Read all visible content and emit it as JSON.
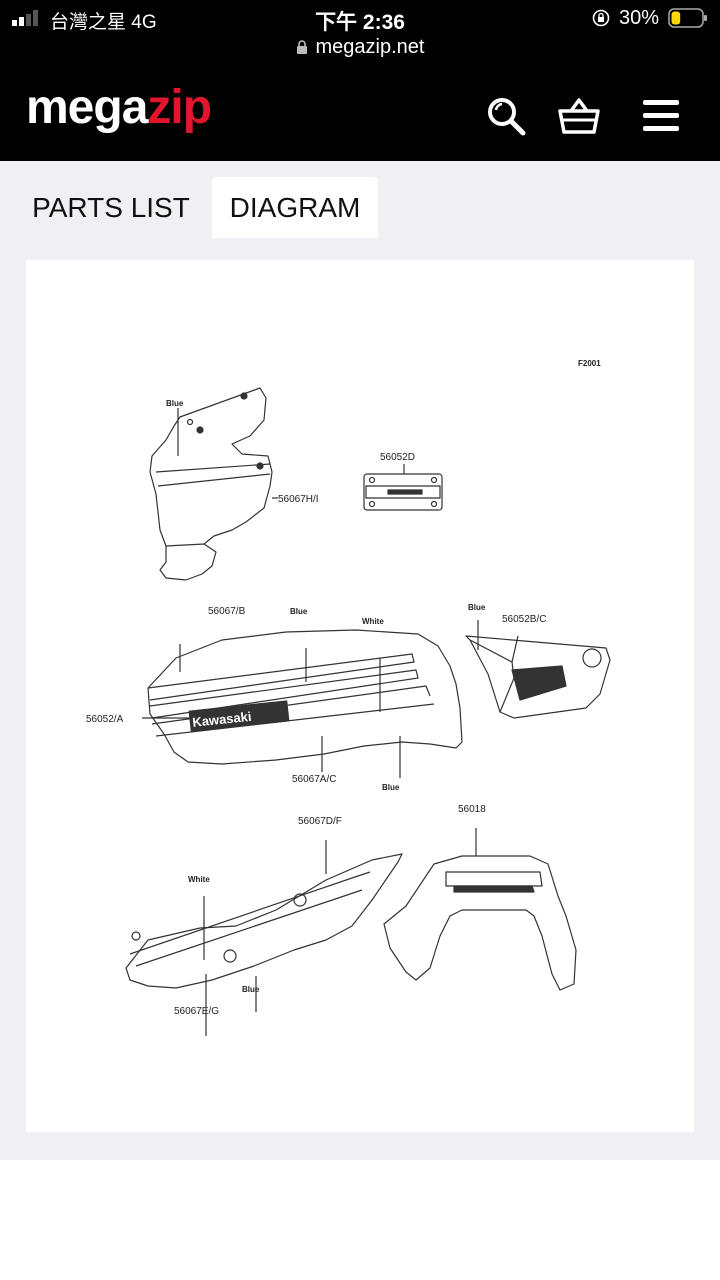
{
  "status_bar": {
    "carrier": "台灣之星  4G",
    "time": "下午 2:36",
    "battery_percent": "30%",
    "battery_level": 0.3
  },
  "url_bar": {
    "url": "megazip.net"
  },
  "header": {
    "logo_part1": "mega",
    "logo_part2": "zip",
    "logo_accent_color": "#e3152c",
    "icons": [
      "search-icon",
      "basket-icon",
      "menu-icon"
    ]
  },
  "tabs": [
    {
      "label": "PARTS LIST",
      "active": false
    },
    {
      "label": "DIAGRAM",
      "active": true
    }
  ],
  "diagram": {
    "code": "F2001",
    "labels": {
      "blue_1": "Blue",
      "part_56067HI": "56067H/I",
      "part_56052D": "56052D",
      "part_56067B": "56067/B",
      "blue_2": "Blue",
      "white_1": "White",
      "blue_3": "Blue",
      "part_56052BC": "56052B/C",
      "part_56052A": "56052/A",
      "brand_decal": "Kawasaki",
      "part_56067AC": "56067A/C",
      "blue_4": "Blue",
      "part_56018": "56018",
      "part_56067DF": "56067D/F",
      "white_2": "White",
      "blue_5": "Blue",
      "part_56067EG": "56067E/G"
    }
  }
}
